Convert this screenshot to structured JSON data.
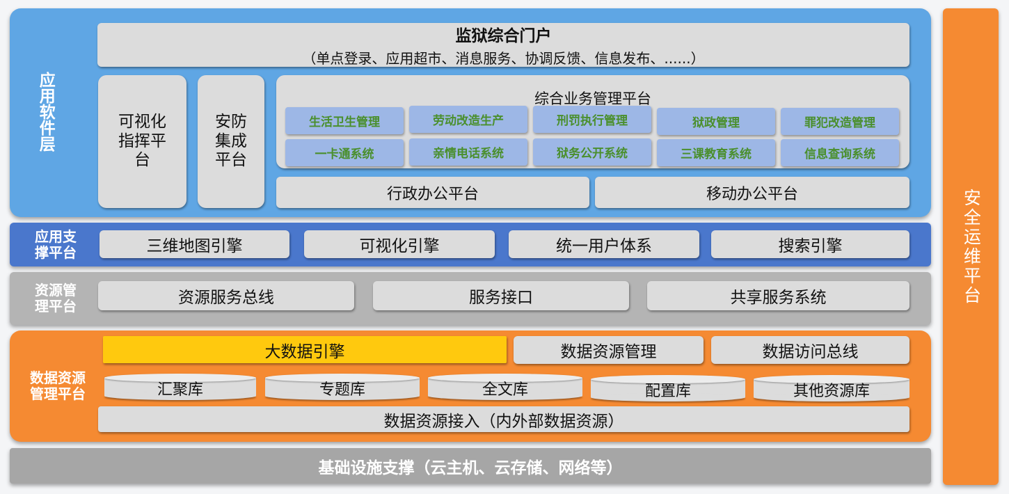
{
  "app_layer": {
    "label": "应用软件层",
    "portal_title": "监狱综合门户",
    "portal_subtitle": "（单点登录、应用超市、消息服务、协调反馈、信息发布、......）",
    "visual_command": "可视化指挥平台",
    "security_integration": "安防集成平台",
    "business_platform_title": "综合业务管理平台",
    "business_items": [
      "生活卫生管理",
      "劳动改造生产",
      "刑罚执行管理",
      "狱政管理",
      "罪犯改造管理",
      "一卡通系统",
      "亲情电话系统",
      "狱务公开系统",
      "三课教育系统",
      "信息查询系统"
    ],
    "admin_office": "行政办公平台",
    "mobile_office": "移动办公平台"
  },
  "support_layer": {
    "label": "应用支撑平台",
    "items": [
      "三维地图引擎",
      "可视化引擎",
      "统一用户体系",
      "搜索引擎"
    ]
  },
  "resource_layer": {
    "label": "资源管理平台",
    "items": [
      "资源服务总线",
      "服务接口",
      "共享服务系统"
    ]
  },
  "data_layer": {
    "label": "数据资源管理平台",
    "big_data_engine": "大数据引擎",
    "data_resource_mgmt": "数据资源管理",
    "data_access_bus": "数据访问总线",
    "databases": [
      "汇聚库",
      "专题库",
      "全文库",
      "配置库",
      "其他资源库"
    ],
    "data_ingest": "数据资源接入（内外部数据资源）"
  },
  "infrastructure": {
    "label": "基础设施支撑（云主机、云存储、网络等）"
  },
  "security_ops": {
    "label": "安全运维平台"
  },
  "colors": {
    "app_layer": "#5fa6e4",
    "support_layer": "#4a77cc",
    "resource_layer": "#b4b4b4",
    "data_layer": "#f58a32",
    "infrastructure": "#a6a6a6",
    "security_ops": "#f58a32",
    "big_data_engine": "#ffc90e",
    "sub_item_fill": "#9db7e6",
    "sub_item_text": "#4a8f2c"
  }
}
